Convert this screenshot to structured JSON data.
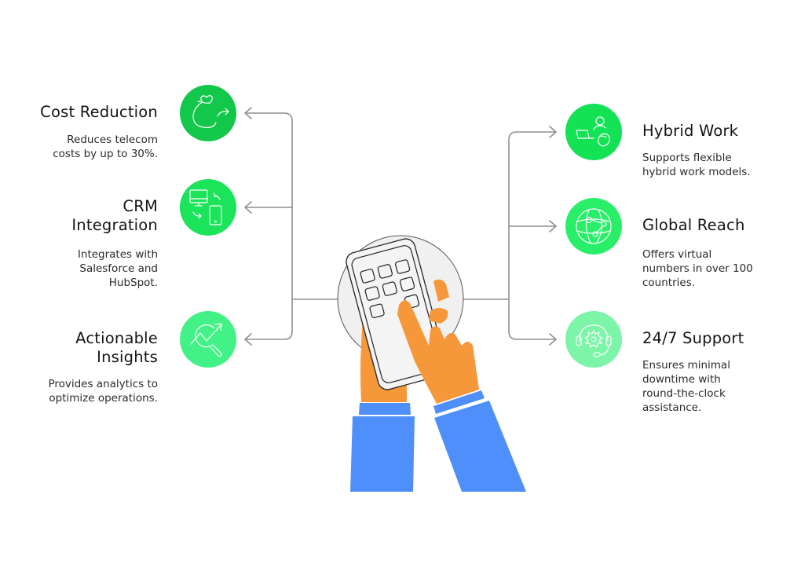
{
  "colors": {
    "connector": "#8f8f8f",
    "cost_reduction": "#13c74a",
    "crm_integration": "#1be45a",
    "actionable_insights": "#43f286",
    "hybrid_work": "#12e254",
    "global_reach": "#28ee68",
    "support": "#7cf5a8",
    "hand": "#f6973a",
    "sleeve": "#4e8ffb",
    "phone_bg": "#f0f0f0"
  },
  "features": {
    "left": [
      {
        "title": "Cost Reduction",
        "title_lines": [
          "Cost Reduction"
        ],
        "description_lines": [
          "Reduces telecom",
          "costs by up to 30%."
        ],
        "icon": "money-bag-arrow-icon"
      },
      {
        "title": "CRM Integration",
        "title_lines": [
          "CRM",
          "Integration"
        ],
        "description_lines": [
          "Integrates with",
          "Salesforce and",
          "HubSpot."
        ],
        "icon": "devices-sync-icon"
      },
      {
        "title": "Actionable Insights",
        "title_lines": [
          "Actionable",
          "Insights"
        ],
        "description_lines": [
          "Provides analytics to",
          "optimize operations."
        ],
        "icon": "analytics-magnifier-icon"
      }
    ],
    "right": [
      {
        "title": "Hybrid Work",
        "title_lines": [
          "Hybrid Work"
        ],
        "description_lines": [
          "Supports flexible",
          "hybrid work models."
        ],
        "icon": "laptop-people-icon"
      },
      {
        "title": "Global Reach",
        "title_lines": [
          "Global Reach"
        ],
        "description_lines": [
          "Offers virtual",
          "numbers in over 100",
          "countries."
        ],
        "icon": "globe-network-icon"
      },
      {
        "title": "24/7 Support",
        "title_lines": [
          "24/7 Support"
        ],
        "description_lines": [
          "Ensures minimal",
          "downtime with",
          "round-the-clock",
          "assistance."
        ],
        "icon": "headset-gear-icon"
      }
    ]
  },
  "center": {
    "illustration": "hands-holding-phone-keypad"
  }
}
